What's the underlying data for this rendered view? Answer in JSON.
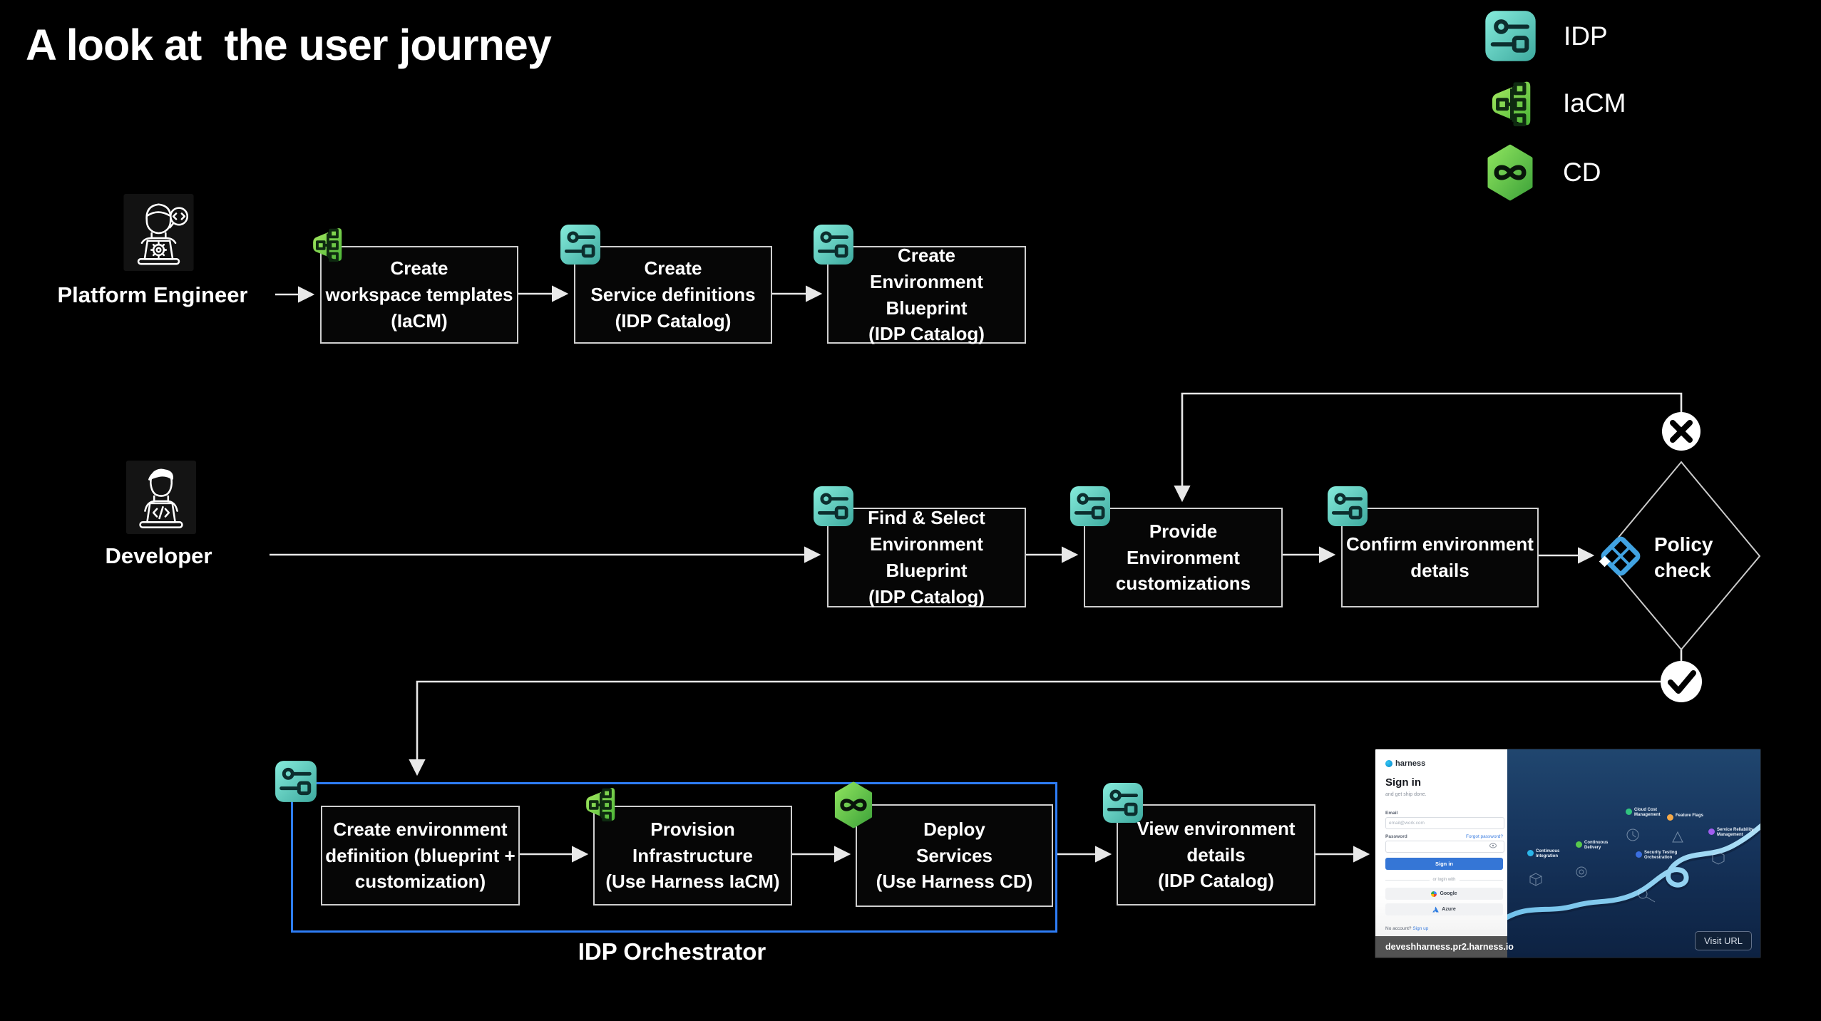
{
  "title": "A look at  the user journey",
  "legend": {
    "items": [
      {
        "icon": "idp-icon",
        "label": "IDP"
      },
      {
        "icon": "iacm-icon",
        "label": "IaCM"
      },
      {
        "icon": "cd-icon",
        "label": "CD"
      }
    ]
  },
  "actors": {
    "platform_engineer": "Platform Engineer",
    "developer": "Developer"
  },
  "flow": {
    "row1": {
      "boxes": [
        {
          "icon": "iacm",
          "label": "Create\nworkspace templates\n(IaCM)"
        },
        {
          "icon": "idp",
          "label": "Create\nService definitions\n(IDP Catalog)"
        },
        {
          "icon": "idp",
          "label": "Create\nEnvironment Blueprint\n(IDP Catalog)"
        }
      ]
    },
    "row2": {
      "boxes": [
        {
          "icon": "idp",
          "label": "Find & Select\nEnvironment Blueprint\n(IDP Catalog)"
        },
        {
          "icon": "idp",
          "label": "Provide\nEnvironment\ncustomizations"
        },
        {
          "icon": "idp",
          "label": "Confirm environment\ndetails"
        }
      ],
      "decision_label": "Policy\ncheck"
    },
    "row3": {
      "container_label": "IDP Orchestrator",
      "boxes": [
        {
          "icon": "none",
          "label": "Create environment\ndefinition (blueprint +\ncustomization)"
        },
        {
          "icon": "iacm",
          "label": "Provision\nInfrastructure\n(Use Harness IaCM)"
        },
        {
          "icon": "cd",
          "label": "Deploy\nServices\n(Use Harness CD)"
        },
        {
          "icon": "idp",
          "label": "View environment\ndetails\n(IDP Catalog)"
        }
      ]
    }
  },
  "preview": {
    "brand": "harness",
    "heading": "Sign in",
    "subheading": "and get ship done.",
    "email_label": "Email",
    "email_placeholder": "email@work.com",
    "password_label": "Password",
    "forgot_link": "Forgot password?",
    "signin_button": "Sign in",
    "divider": "or login with",
    "google_button": "Google",
    "azure_button": "Azure",
    "no_account": "No account? ",
    "signup_link": "Sign up",
    "url": "deveshharness.pr2.harness.io",
    "visit_button": "Visit URL",
    "modules": [
      {
        "label": "Continuous\nIntegration",
        "color": "#2bb6e9"
      },
      {
        "label": "Continuous\nDelivery",
        "color": "#58c94c"
      },
      {
        "label": "Cloud Cost\nManagement",
        "color": "#31c47f"
      },
      {
        "label": "Feature Flags",
        "color": "#f5a948"
      },
      {
        "label": "Security Testing\nOrchestration",
        "color": "#3b6fe0"
      },
      {
        "label": "Service Reliability\nManagement",
        "color": "#a05df0"
      }
    ]
  },
  "colors": {
    "background": "#000000",
    "idp_teal": "#4fc4b5",
    "iacm_green": "#63c441",
    "cd_green": "#5fc24a",
    "policy_blue": "#41a3e2",
    "orchestrator_blue": "#2e7df6",
    "line_white": "#e8e8e8"
  }
}
